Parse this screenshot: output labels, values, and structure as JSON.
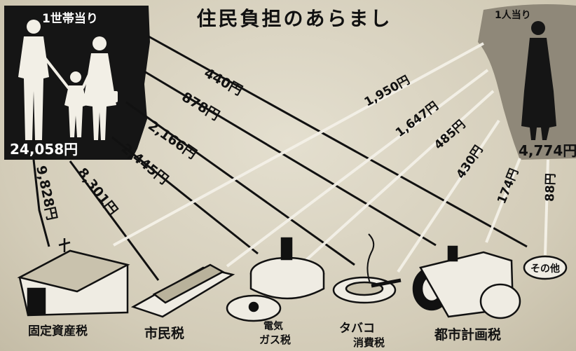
{
  "title": "住民負担のあらまし",
  "household": {
    "label": "1世帯当り",
    "total": "24,058円",
    "links": {
      "property": "9,828円",
      "resident": "8,301円",
      "electric_gas": "2,445円",
      "tobacco": "2,166円",
      "city_planning": "878円",
      "other": "440円"
    }
  },
  "person": {
    "label": "1人当り",
    "total": "4,774円",
    "links": {
      "property": "1,950円",
      "resident": "1,647円",
      "electric_gas": "485円",
      "tobacco": "430円",
      "city_planning": "174円",
      "other": "88円"
    }
  },
  "categories": {
    "property": "固定資産税",
    "resident": "市民税",
    "electric_gas_1": "電気",
    "electric_gas_2": "ガス税",
    "tobacco_1": "タバコ",
    "tobacco_2": "消費税",
    "city_planning": "都市計画税",
    "other": "その他"
  },
  "colors": {
    "ink": "#111111",
    "paper": "#d6d0bd",
    "panel": "#151515",
    "person_panel": "#8f8879"
  }
}
